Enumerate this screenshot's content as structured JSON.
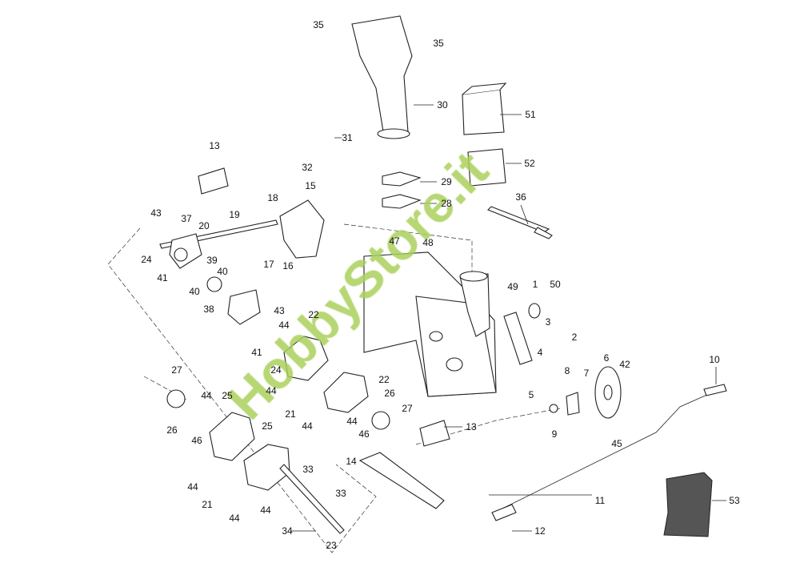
{
  "diagram": {
    "watermark": "HobbyStore.it",
    "labels": [
      "35",
      "35",
      "30",
      "51",
      "31",
      "32",
      "13",
      "52",
      "29",
      "28",
      "36",
      "15",
      "18",
      "19",
      "43",
      "37",
      "20",
      "24",
      "39",
      "17",
      "16",
      "41",
      "40",
      "40",
      "47",
      "48",
      "49",
      "1",
      "50",
      "38",
      "43",
      "44",
      "3",
      "2",
      "22",
      "41",
      "4",
      "24",
      "27",
      "6",
      "8",
      "7",
      "42",
      "10",
      "22",
      "44",
      "25",
      "44",
      "26",
      "5",
      "21",
      "27",
      "44",
      "44",
      "26",
      "46",
      "25",
      "46",
      "13",
      "9",
      "45",
      "14",
      "33",
      "11",
      "53",
      "44",
      "33",
      "21",
      "44",
      "44",
      "12",
      "34",
      "23"
    ]
  }
}
